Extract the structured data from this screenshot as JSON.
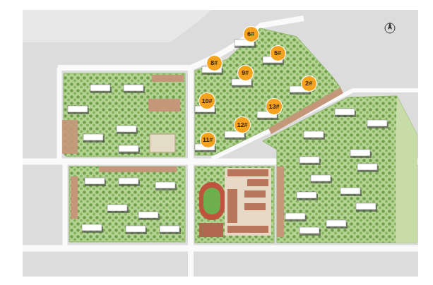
{
  "diagram": {
    "nodes": [
      {
        "text": [
          "6#"
        ]
      },
      {
        "text": [
          "5#"
        ]
      },
      {
        "text": [
          "8#"
        ]
      },
      {
        "text": [
          "9#"
        ]
      },
      {
        "text": [
          "2#"
        ]
      },
      {
        "text": [
          "10#"
        ]
      },
      {
        "text": [
          "13#"
        ]
      },
      {
        "text": [
          "12#"
        ]
      },
      {
        "text": [
          "11#"
        ]
      }
    ],
    "edges": []
  }
}
